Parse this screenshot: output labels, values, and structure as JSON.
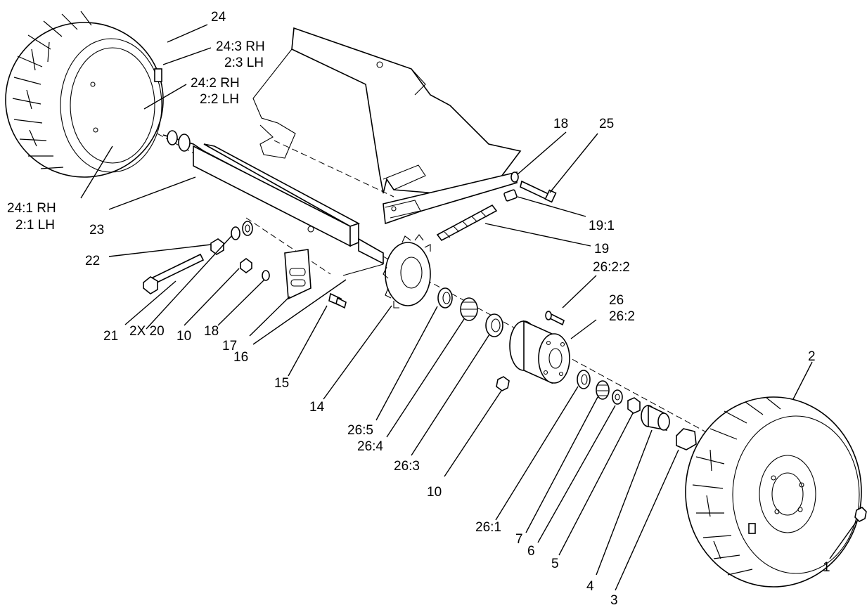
{
  "callouts": {
    "c24": "24",
    "c24_3_rh": "24:3 RH",
    "c2_3_lh": "2:3 LH",
    "c24_2_rh": "24:2 RH",
    "c2_2_lh": "2:2 LH",
    "c24_1_rh": "24:1 RH",
    "c2_1_lh": "2:1 LH",
    "c23": "23",
    "c22": "22",
    "c21": "21",
    "c2x20": "2X 20",
    "c10a": "10",
    "c18a": "18",
    "c17": "17",
    "c16": "16",
    "c15": "15",
    "c14": "14",
    "c26_5": "26:5",
    "c26_4": "26:4",
    "c26_3": "26:3",
    "c10b": "10",
    "c26_1": "26:1",
    "c7": "7",
    "c6": "6",
    "c5": "5",
    "c4": "4",
    "c3": "3",
    "c1": "1",
    "c2": "2",
    "c26": "26",
    "c26_2": "26:2",
    "c26_2_2": "26:2:2",
    "c19": "19",
    "c19_1": "19:1",
    "c18b": "18",
    "c25": "25"
  }
}
